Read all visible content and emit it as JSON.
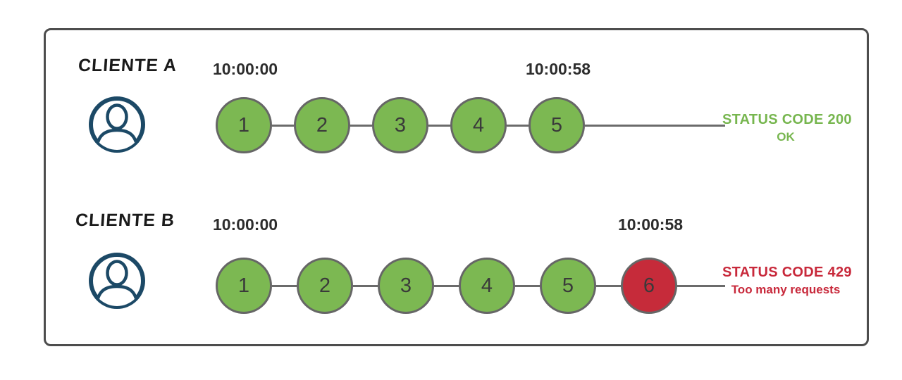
{
  "colors": {
    "success": "#7cb852",
    "error": "#c62b3a",
    "success_text": "#77b64f",
    "error_text": "#c8293b",
    "node_border": "#666666",
    "line": "#6b6b6b",
    "avatar": "#1c4966",
    "timestamp_text": "#2d2d2d",
    "client_text": "#1a1a1a",
    "panel_border": "#4d4d4d"
  },
  "rows": [
    {
      "client": "CLIENTE A",
      "avatar_icon": "user-avatar-icon",
      "start_time": "10:00:00",
      "end_time": "10:00:58",
      "requests": [
        {
          "label": "1",
          "status": "success"
        },
        {
          "label": "2",
          "status": "success"
        },
        {
          "label": "3",
          "status": "success"
        },
        {
          "label": "4",
          "status": "success"
        },
        {
          "label": "5",
          "status": "success"
        }
      ],
      "status_type": "success",
      "status_code": "STATUS CODE 200",
      "status_text": "OK"
    },
    {
      "client": "CLIENTE B",
      "avatar_icon": "user-avatar-icon",
      "start_time": "10:00:00",
      "end_time": "10:00:58",
      "requests": [
        {
          "label": "1",
          "status": "success"
        },
        {
          "label": "2",
          "status": "success"
        },
        {
          "label": "3",
          "status": "success"
        },
        {
          "label": "4",
          "status": "success"
        },
        {
          "label": "5",
          "status": "success"
        },
        {
          "label": "6",
          "status": "error"
        }
      ],
      "status_type": "error",
      "status_code": "STATUS CODE 429",
      "status_text": "Too many requests"
    }
  ]
}
